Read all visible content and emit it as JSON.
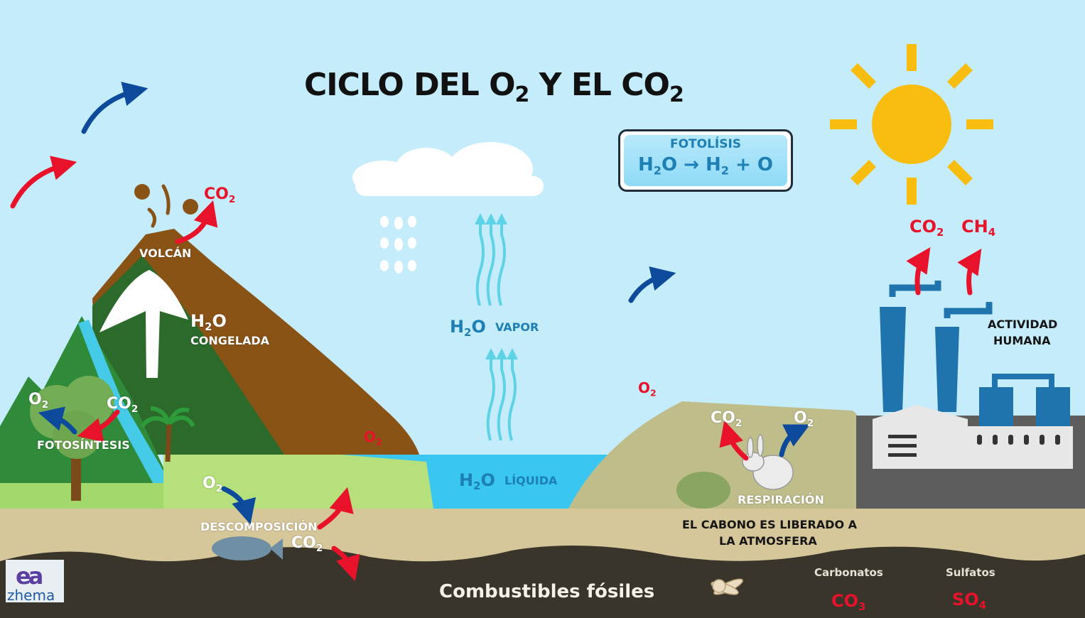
{
  "title": {
    "main": "CICLO DEL O",
    "sub1": "2",
    "mid": " Y EL CO",
    "sub2": "2"
  },
  "fotolisis": {
    "label": "FOTOLÍSIS",
    "eq_a": "H",
    "eq_a_sub": "2",
    "eq_b": "O → H",
    "eq_b_sub": "2",
    "eq_c": " + O"
  },
  "labels": {
    "volcan": "VOLCÁN",
    "h2o": "H",
    "h2o_sub": "2",
    "h2o_o": "O",
    "congelada": "CONGELADA",
    "vapor": "VAPOR",
    "liquida": "LÍQUIDA",
    "fotosintesis": "FOTOSÍNTESIS",
    "descomposicion": "DESCOMPOSICIÓN",
    "respiracion": "RESPIRACIÓN",
    "carbono_1": "EL CABONO ES LIBERADO A",
    "carbono_2": "LA ATMOSFERA",
    "actividad_1": "ACTIVIDAD",
    "actividad_2": "HUMANA",
    "combustibles": "Combustibles fósiles",
    "carbonatos": "Carbonatos",
    "sulfatos": "Sulfatos"
  },
  "chem": {
    "co": "CO",
    "o": "O",
    "ch": "CH",
    "so": "SO",
    "s2": "2",
    "s3": "3",
    "s4": "4"
  },
  "logo": {
    "mark": "ea",
    "text": "zhema"
  },
  "colors": {
    "sky": "#c4ecfb",
    "sun": "#f8bd0f",
    "volcano": "#8a5316",
    "mountain": "#2b6a2a",
    "water": "#39c7f1",
    "ground": "#d6c79a",
    "fossil": "#3a352b",
    "factory_blue": "#1f74ad",
    "arrow_red": "#e8132a",
    "arrow_blue": "#0d4a9c"
  }
}
